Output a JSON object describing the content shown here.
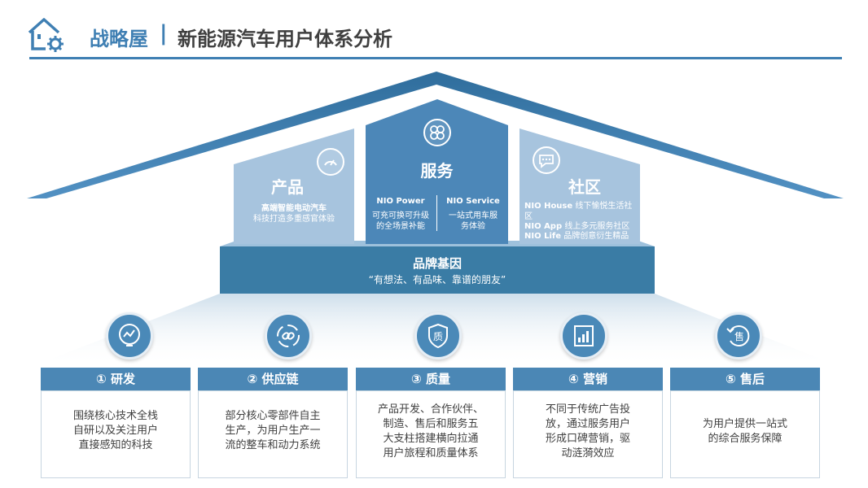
{
  "header": {
    "prefix": "战略屋",
    "separator": "|",
    "title": "新能源汽车用户体系分析"
  },
  "houses": {
    "product": {
      "title": "产品",
      "line1": "高端智能电动汽车",
      "line2": "科技打造多重感官体验"
    },
    "service": {
      "title": "服务",
      "left_head": "NIO Power",
      "left_line1": "可充可换可升级",
      "left_line2": "的全场景补能",
      "right_head": "NIO Service",
      "right_line1": "一站式用车服",
      "right_line2": "务体验"
    },
    "community": {
      "title": "社区",
      "house_label": "NIO House",
      "house_text": "线下愉悦生活社",
      "house_text2": "区",
      "app_label": "NIO App",
      "app_text": "线上多元服务社区",
      "life_label": "NIO Life",
      "life_text": "品牌创意衍生精品"
    }
  },
  "brand": {
    "title": "品牌基因",
    "subtitle": "“有想法、有品味、靠谱的朋友”"
  },
  "pillars": [
    {
      "label": "① 研发",
      "icon": "chart-bulb-icon",
      "lines": [
        "围绕核心技术全栈",
        "自研以及关注用户",
        "直接感知的科技"
      ]
    },
    {
      "label": "② 供应链",
      "icon": "link-cycle-icon",
      "lines": [
        "部分核心零部件自主",
        "生产，为用户生产一",
        "流的整车和动力系统"
      ]
    },
    {
      "label": "③ 质量",
      "icon": "quality-shield-icon",
      "badge": "质",
      "lines": [
        "产品开发、合作伙伴、",
        "制造、售后和服务五",
        "大支柱搭建横向拉通",
        "用户旅程和质量体系"
      ]
    },
    {
      "label": "④ 营销",
      "icon": "bar-chart-icon",
      "lines": [
        "不同于传统广告投",
        "放，通过服务用户",
        "形成口碑营销，驱",
        "动涟漪效应"
      ]
    },
    {
      "label": "⑤ 售后",
      "icon": "after-sales-icon",
      "badge": "售",
      "lines": [
        "为用户提供一站式",
        "的综合服务保障"
      ]
    }
  ],
  "colors": {
    "accent": "#3f7fb3",
    "brand_band": "#3a7ca5",
    "pillar_head": "#4b87b5",
    "roof": "#3f7fb3"
  }
}
